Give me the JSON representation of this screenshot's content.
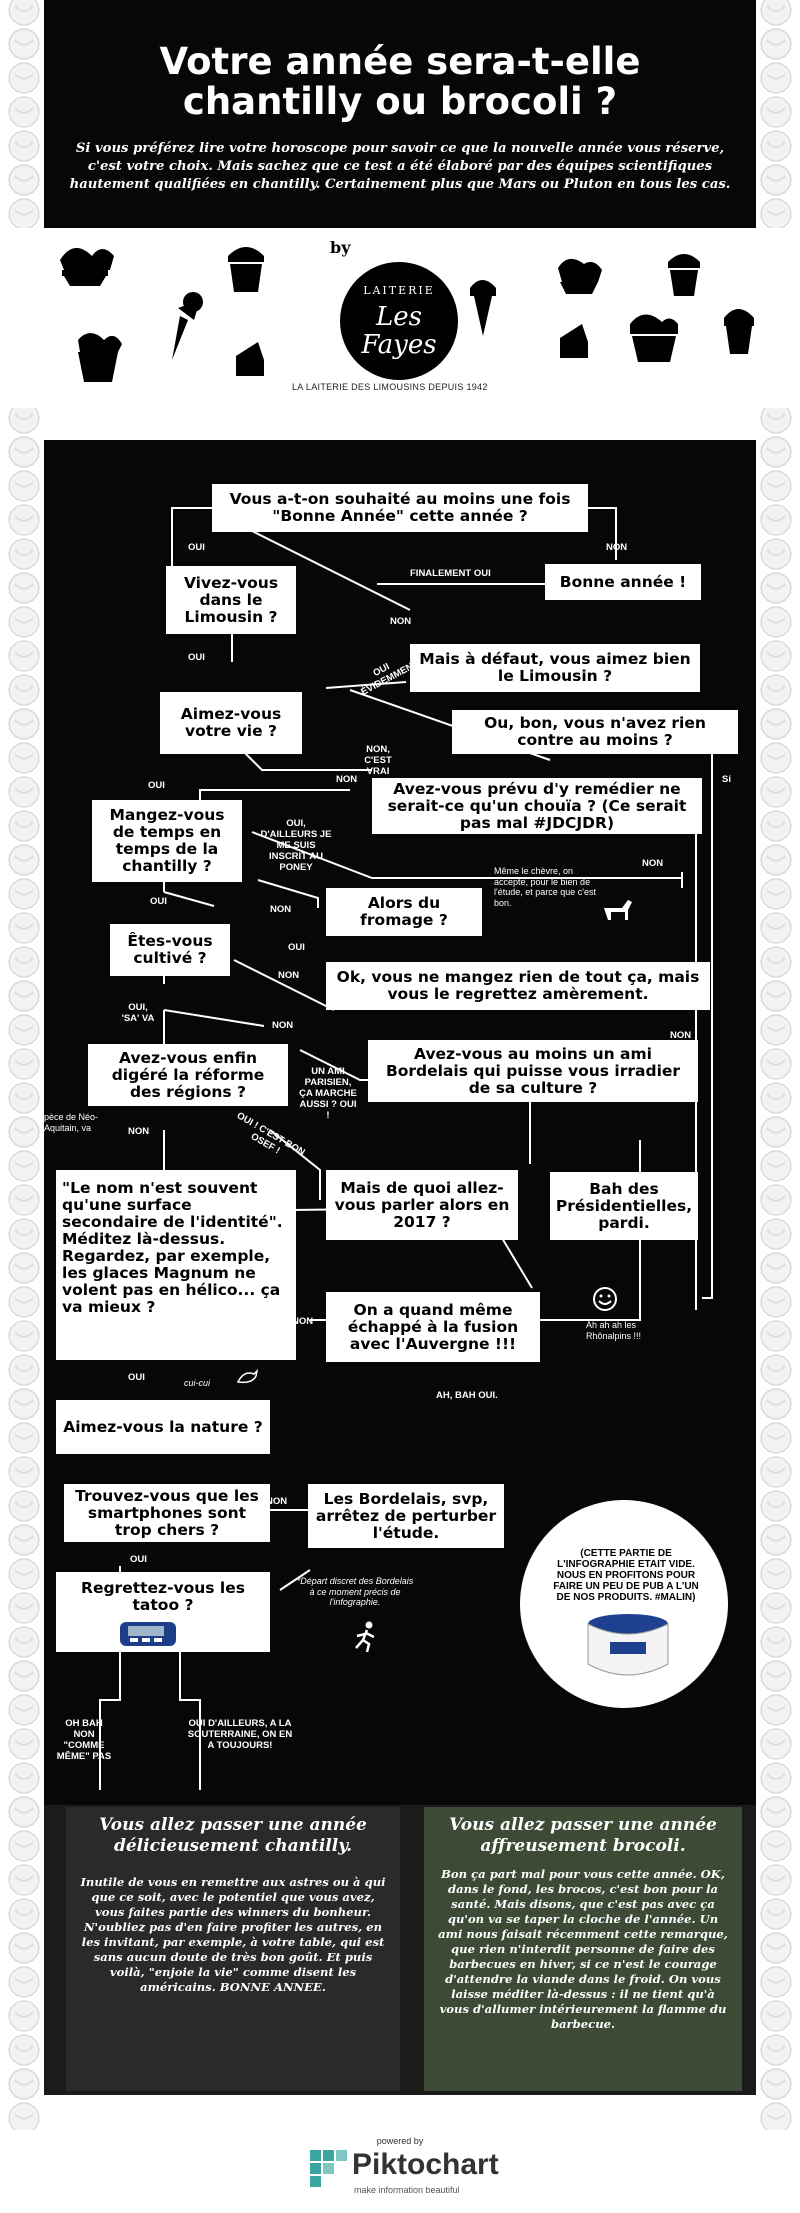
{
  "header": {
    "title_line1": "Votre année sera-t-elle",
    "title_line2": "chantilly ou brocoli ?",
    "intro": "Si vous préférez lire votre horoscope pour savoir ce que la nouvelle année vous réserve, c'est votre choix. Mais sachez que ce test a été élaboré par des équipes scientifiques hautement qualifiées en chantilly. Certainement plus que Mars ou Pluton en tous les cas."
  },
  "brand": {
    "by": "by",
    "logo_top": "LAITERIE",
    "logo_main": "Les Fayes",
    "tagline": "LA LAITERIE DES LIMOUSINS DEPUIS 1942"
  },
  "flow": {
    "q1": "Vous a-t-on souhaité au moins une fois \"Bonne Année\" cette année ?",
    "bonne": "Bonne année !",
    "limousin": "Vivez-vous dans le Limousin ?",
    "aimez_limousin": "Mais à défaut, vous aimez bien le Limousin ?",
    "aimez_vie": "Aimez-vous votre vie ?",
    "rien_contre": "Ou, bon, vous n'avez rien contre au moins ?",
    "remedier": "Avez-vous prévu d'y remédier ne serait-ce qu'un chouïa ? (Ce serait pas mal #JDCJDR)",
    "chantilly": "Mangez-vous de temps en temps de la chantilly ?",
    "fromage": "Alors du fromage ?",
    "cultive": "Êtes-vous cultivé ?",
    "regrettez": "Ok, vous ne mangez rien de tout ça, mais vous le regrettez amèrement.",
    "reforme": "Avez-vous enfin digéré la réforme des régions ?",
    "bordelais": "Avez-vous au moins un ami Bordelais qui puisse vous irradier de sa culture ?",
    "identite": "\"Le nom n'est souvent qu'une surface secondaire de l'identité\". Méditez là-dessus. Regardez, par exemple, les glaces Magnum ne volent pas en hélico... ça va mieux ?",
    "parler": "Mais de quoi allez-vous parler alors en 2017 ?",
    "presidentielles": "Bah des Présidentielles, pardi.",
    "auvergne": "On a quand même échappé à la fusion avec l'Auvergne !!!",
    "nature": "Aimez-vous la nature ?",
    "smartphones": "Trouvez-vous que les smartphones sont trop chers ?",
    "bordelais_svp": "Les Bordelais, svp, arrêtez de perturber l'étude.",
    "tatoo": "Regrettez-vous les tatoo ?"
  },
  "labels": {
    "oui": "OUI",
    "non": "NON",
    "si": "Si",
    "finalement_oui": "FINALEMENT OUI",
    "oui_evidemment": "OUI ÉVIDEMMENT",
    "non_cest_vrai": "NON, C'EST VRAI",
    "oui_poney": "OUI, D'AILLEURS JE ME SUIS INSCRIT AU PONEY",
    "oui_sa_va": "OUI, 'SA' VA",
    "ami_parisien": "UN AMI PARISIEN, ÇA MARCHE AUSSI ? OUI !",
    "oui_bon_osef": "OUI ! C'EST BON OSEF !",
    "ah_bah_oui": "AH, BAH OUI.",
    "oh_bah_non": "OH BAH NON \"COMME MÊME\" PAS",
    "oui_souterraine": "OUI D'AILLEURS, A LA SOUTERRAINE, ON EN A TOUJOURS!"
  },
  "notes": {
    "chevre": "Même le chèvre, on accepte, pour le bien de l'étude, et parce que c'est bon.",
    "neo": "pèce de Néo-Aquitain, va",
    "rhonalpins": "Ah ah ah les Rhônalpins !!!",
    "cuicui": "cui-cui",
    "depart": "*Départ discret des Bordelais à ce moment précis de l'infographie."
  },
  "promo": "(CETTE PARTIE DE L'INFOGRAPHIE ETAIT VIDE. NOUS EN PROFITONS POUR FAIRE UN PEU DE PUB A L'UN DE NOS PRODUITS. #MALIN)",
  "outcomes": {
    "chantilly_title": "Vous allez passer une année délicieusement chantilly.",
    "chantilly_body": "Inutile de vous en remettre aux astres ou à qui que ce soit, avec le potentiel que vous avez, vous faites partie des winners du bonheur. N'oubliez pas d'en faire profiter les autres, en les invitant, par exemple, à votre table, qui est sans aucun doute de très bon goût. Et puis voilà, \"enjoie la vie\" comme disent les américains. BONNE ANNEE.",
    "brocoli_title": "Vous allez passer une année affreusement brocoli.",
    "brocoli_body": "Bon ça part mal pour vous cette année. OK, dans le fond, les brocos, c'est bon pour la santé. Mais disons, que c'est pas avec ça qu'on va se taper la cloche de l'année. Un ami nous faisait récemment cette remarque, que rien n'interdit personne de faire des barbecues en hiver, si ce n'est le courage d'attendre la viande dans le froid. On vous laisse méditer là-dessus : il ne tient qu'à vous d'allumer intérieurement la flamme du barbecue."
  },
  "footer": {
    "powered_by": "powered by",
    "brand": "Piktochart",
    "tagline": "make information beautiful"
  }
}
